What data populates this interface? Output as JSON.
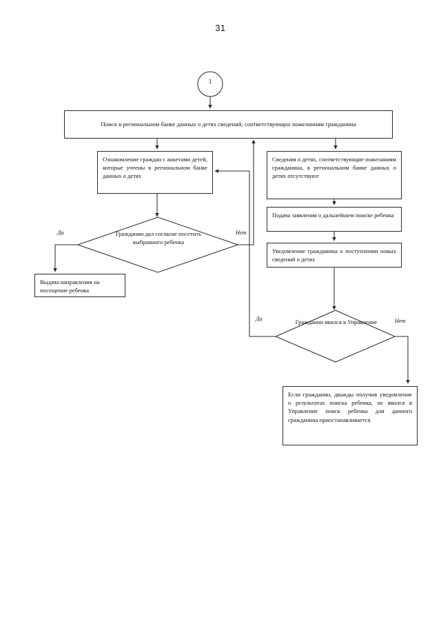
{
  "document": {
    "page_number": "31",
    "language": "ru"
  },
  "flowchart": {
    "connector_in": {
      "label": "1",
      "shape": "circle"
    },
    "nodes": [
      {
        "id": "search",
        "shape": "process",
        "text": "Поиск в региональном банке данных о детях сведений, соответствующих пожеланиям гражданина"
      },
      {
        "id": "familiarize",
        "shape": "process",
        "text": "Ознакомление граждан с анкетами детей, которые учтены в региональном банке данных о детях"
      },
      {
        "id": "absent",
        "shape": "process",
        "text": "Сведения о детях, соответствующие пожеланиям гражданина, в региональном банке данных о детях отсутствуют"
      },
      {
        "id": "application",
        "shape": "process",
        "text": "Подача заявления о дальнейшем поиске ребенка"
      },
      {
        "id": "notification",
        "shape": "process",
        "text": "Уведомление гражданина о поступлении новых сведений о детях"
      },
      {
        "id": "referral",
        "shape": "process",
        "text": "Выдача направления на посещение ребенка"
      },
      {
        "id": "suspend",
        "shape": "process",
        "text": "Если гражданин, дважды получив уведомление о результатах поиска ребенка, не явился в Управление поиск ребенка для данного гражданина приостанавливается"
      }
    ],
    "decisions": [
      {
        "id": "consent",
        "shape": "diamond",
        "text": "Гражданин дал согласие посетить выбранного ребенка",
        "yes_label": "Да",
        "no_label": "Нет"
      },
      {
        "id": "appeared",
        "shape": "diamond",
        "text": "Гражданин явился в Управление",
        "yes_label": "Да",
        "no_label": "Нет"
      }
    ],
    "colors": {
      "stroke": "#2b2b2b",
      "background": "#ffffff",
      "text": "#111111"
    }
  }
}
